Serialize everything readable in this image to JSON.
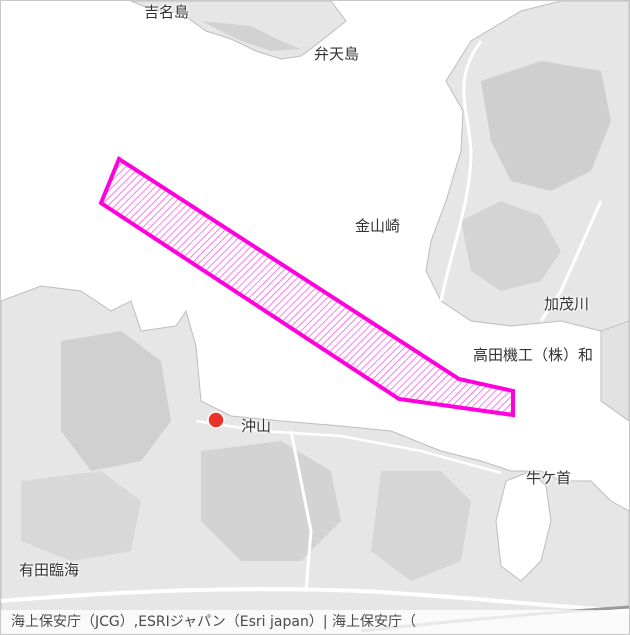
{
  "map": {
    "labels": {
      "yoshina_island": "吉名島",
      "bosei_island": "弁天島",
      "kanayama_cape": "金山崎",
      "kamo_river": "加茂川",
      "takada_kiko": "高田機工（株）和",
      "okiyama": "沖山",
      "ushikake": "牛ケ首",
      "arida_rinkai": "有田臨海"
    },
    "attribution": "海上保安庁（JCG）,ESRIジャパン（Esri japan）| 海上保安庁（",
    "colors": {
      "sea": "#ffffff",
      "land": "#e6e6e6",
      "land_dark": "#cccccc",
      "zone_stroke": "#ff00dd",
      "zone_fill": "#ff66e6",
      "marker": "#e8322a"
    }
  }
}
